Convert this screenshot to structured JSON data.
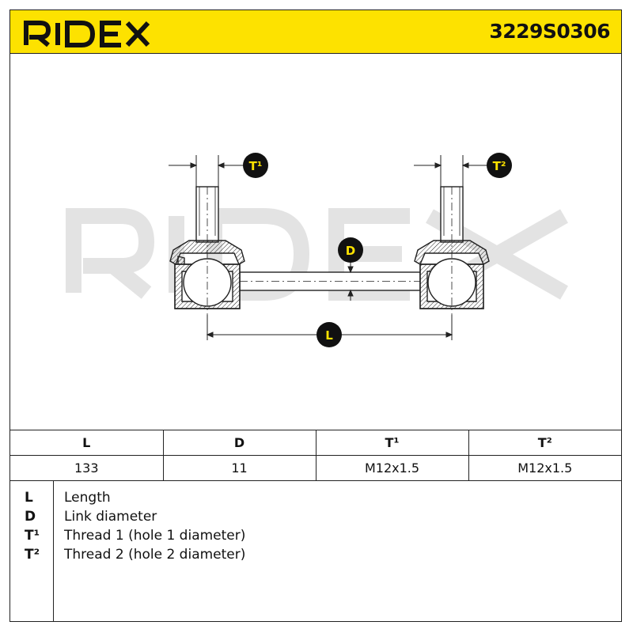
{
  "brand": {
    "name": "RIDEX",
    "accent_color": "#fde200",
    "watermark": "RIDEX"
  },
  "part_number": "3229S0306",
  "diagram": {
    "labels": {
      "t1": "T¹",
      "t2": "T²",
      "d": "D",
      "l": "L"
    }
  },
  "spec_table": {
    "headers": [
      "L",
      "D",
      "T¹",
      "T²"
    ],
    "values": [
      "133",
      "11",
      "M12x1.5",
      "M12x1.5"
    ]
  },
  "legend": [
    {
      "symbol": "L",
      "description": "Length"
    },
    {
      "symbol": "D",
      "description": "Link diameter"
    },
    {
      "symbol": "T¹",
      "description": "Thread 1 (hole 1 diameter)"
    },
    {
      "symbol": "T²",
      "description": "Thread 2 (hole 2 diameter)"
    }
  ]
}
